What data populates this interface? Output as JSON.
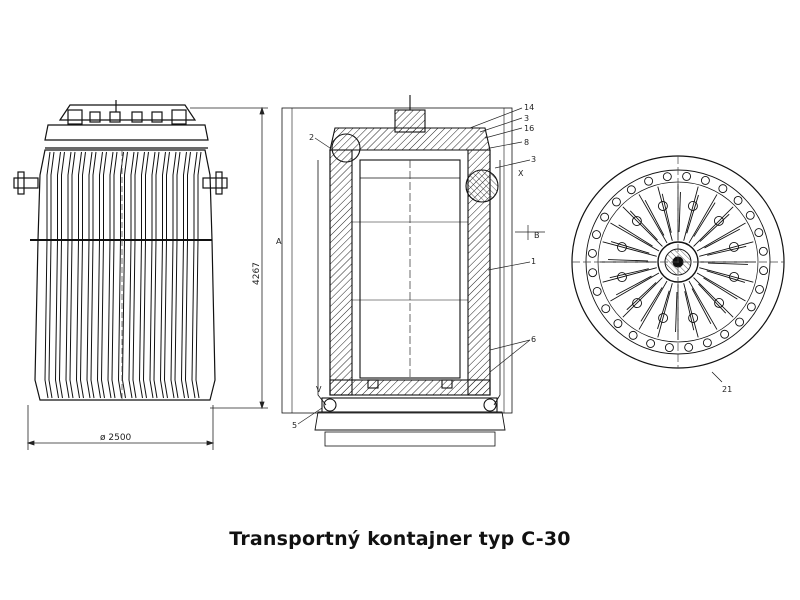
{
  "caption": "Transportný kontajner typ C-30",
  "dimensions": {
    "diameter": "ø 2500",
    "height": "4267"
  },
  "callouts": [
    "14",
    "3",
    "16",
    "8",
    "3",
    "1",
    "6",
    "2",
    "21",
    "5"
  ],
  "section_marks": [
    "A",
    "B",
    "V",
    "X"
  ]
}
